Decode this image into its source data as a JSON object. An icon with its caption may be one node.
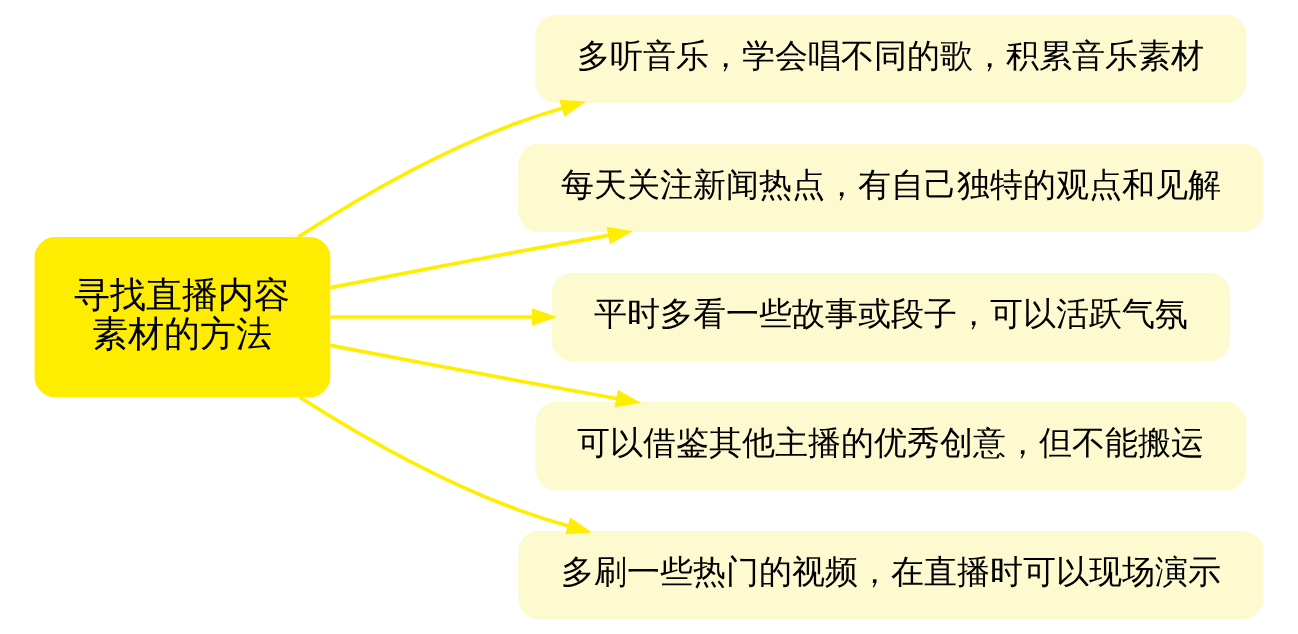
{
  "diagram": {
    "nodes": [
      {
        "text": [
          "寻找直播内容素材的方法"
        ]
      },
      {
        "text": [
          "多听音乐，学会唱不同的歌，积累音乐素材"
        ]
      },
      {
        "text": [
          "每天关注新闻热点，有自己独特的观点和见解"
        ]
      },
      {
        "text": [
          "平时多看一些故事或段子，可以活跃气氛"
        ]
      },
      {
        "text": [
          "可以借鉴其他主播的优秀创意，但不能搬运"
        ]
      },
      {
        "text": [
          "多刷一些热门的视频，在直播时可以现场演示"
        ]
      }
    ],
    "edges": [
      {
        "from": 0,
        "to": 1,
        "arrow": "to"
      },
      {
        "from": 0,
        "to": 2,
        "arrow": "to"
      },
      {
        "from": 0,
        "to": 3,
        "arrow": "to"
      },
      {
        "from": 0,
        "to": 4,
        "arrow": "to"
      },
      {
        "from": 0,
        "to": 5,
        "arrow": "to"
      }
    ]
  }
}
